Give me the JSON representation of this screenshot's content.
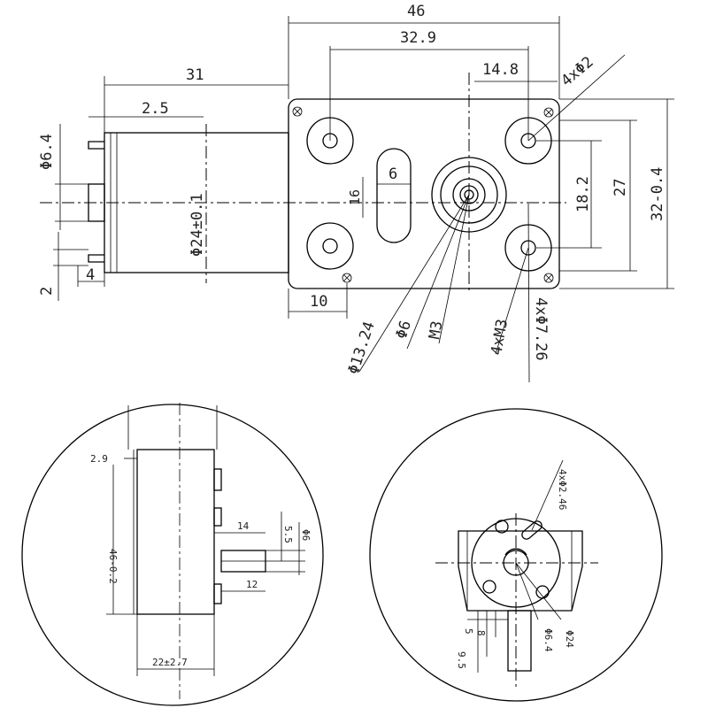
{
  "top_view": {
    "dims": {
      "overall_width": "46",
      "hole_spacing_h": "32.9",
      "offset_to_shaft": "14.8",
      "mount_holes": "4xΦ2",
      "motor_length": "31",
      "terminal_offset": "2.5",
      "shaft_dia": "Φ6.4",
      "motor_dia": "Φ24±0.1",
      "slot_width": "6",
      "slot_height": "16",
      "hole_spacing_v": "18.2",
      "height_27": "27",
      "height_total": "32-0.4",
      "bottom_10": "10",
      "dim_2": "2",
      "dim_4": "4",
      "boss_dia": "Φ13.24",
      "shaft_small": "Φ6",
      "thread": "M3",
      "screw_spec": "4xM3",
      "spot_face": "4xΦ7.26"
    }
  },
  "side_view": {
    "dims": {
      "flange": "2.9",
      "length": "46-0.2",
      "shaft_len": "14",
      "flat": "5.5",
      "shaft_d": "Φ6",
      "flat_len": "12",
      "depth": "22±2.7"
    }
  },
  "front_view": {
    "dims": {
      "holes": "4xΦ2.46",
      "d1": "5",
      "d2": "8",
      "d3": "9.5",
      "d4": "Φ6.4",
      "d5": "Φ24"
    }
  }
}
